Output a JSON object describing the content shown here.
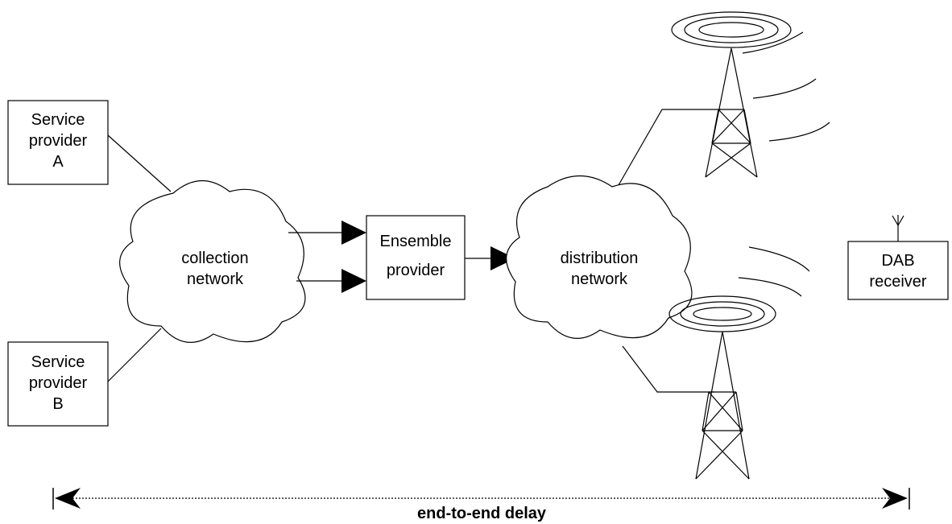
{
  "service_provider_a": {
    "lines": [
      "Service",
      "provider",
      "A"
    ]
  },
  "service_provider_b": {
    "lines": [
      "Service",
      "provider",
      "B"
    ]
  },
  "collection_network": {
    "lines": [
      "collection",
      "network"
    ]
  },
  "ensemble_provider": {
    "lines": [
      "Ensemble",
      "provider"
    ]
  },
  "distribution_network": {
    "lines": [
      "distribution",
      "network"
    ]
  },
  "dab_receiver": {
    "lines": [
      "DAB",
      "receiver"
    ]
  },
  "delay_label": "end-to-end delay"
}
